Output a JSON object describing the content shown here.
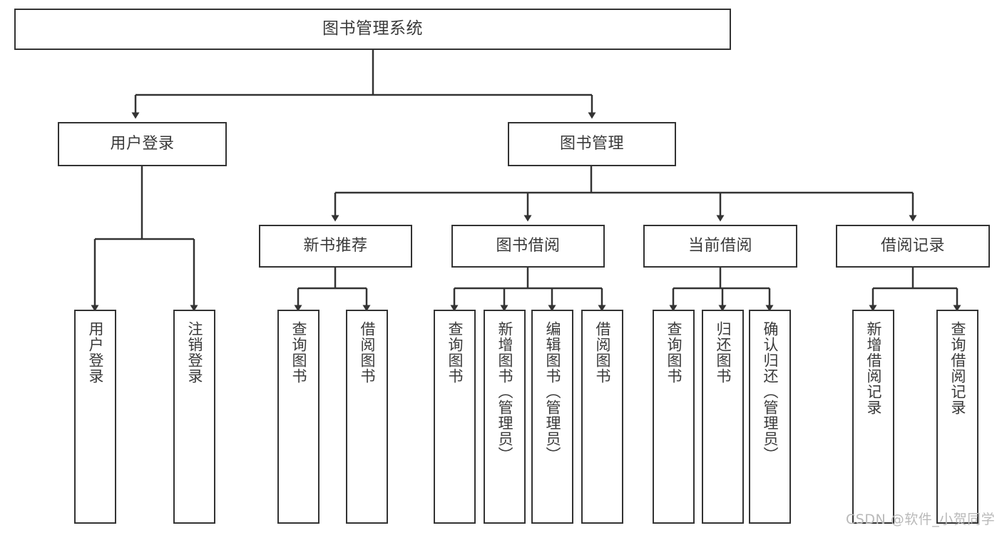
{
  "diagram": {
    "type": "tree-hierarchy",
    "title": "图书管理系统",
    "root": {
      "label": "图书管理系统"
    },
    "level2": [
      {
        "id": "user-login",
        "label": "用户登录"
      },
      {
        "id": "book-manage",
        "label": "图书管理"
      }
    ],
    "level3": [
      {
        "id": "new-book-recommend",
        "label": "新书推荐"
      },
      {
        "id": "book-borrow",
        "label": "图书借阅"
      },
      {
        "id": "current-borrow",
        "label": "当前借阅"
      },
      {
        "id": "borrow-record",
        "label": "借阅记录"
      }
    ],
    "leaves": [
      {
        "id": "leaf-user-login",
        "label": "用户登录",
        "parent": "user-login"
      },
      {
        "id": "leaf-logout-login",
        "label": "注销登录",
        "parent": "user-login"
      },
      {
        "id": "leaf-query-book-1",
        "label": "查询图书",
        "parent": "new-book-recommend"
      },
      {
        "id": "leaf-borrow-book-1",
        "label": "借阅图书",
        "parent": "new-book-recommend"
      },
      {
        "id": "leaf-query-book-2",
        "label": "查询图书",
        "parent": "book-borrow"
      },
      {
        "id": "leaf-add-book",
        "label": "新增图书（管理员）",
        "parent": "book-borrow"
      },
      {
        "id": "leaf-edit-book",
        "label": "编辑图书（管理员）",
        "parent": "book-borrow"
      },
      {
        "id": "leaf-borrow-book-2",
        "label": "借阅图书",
        "parent": "book-borrow"
      },
      {
        "id": "leaf-query-book-3",
        "label": "查询图书",
        "parent": "current-borrow"
      },
      {
        "id": "leaf-return-book",
        "label": "归还图书",
        "parent": "current-borrow"
      },
      {
        "id": "leaf-confirm-return",
        "label": "确认归还（管理员）",
        "parent": "current-borrow"
      },
      {
        "id": "leaf-add-record",
        "label": "新增借阅记录",
        "parent": "borrow-record"
      },
      {
        "id": "leaf-query-record",
        "label": "查询借阅记录",
        "parent": "borrow-record"
      }
    ]
  },
  "watermark": {
    "text": "CSDN @软件_小贺同学"
  },
  "colors": {
    "stroke": "#333333",
    "text": "#3a3a3a",
    "background": "#ffffff",
    "watermark": "#b9b9b9"
  }
}
